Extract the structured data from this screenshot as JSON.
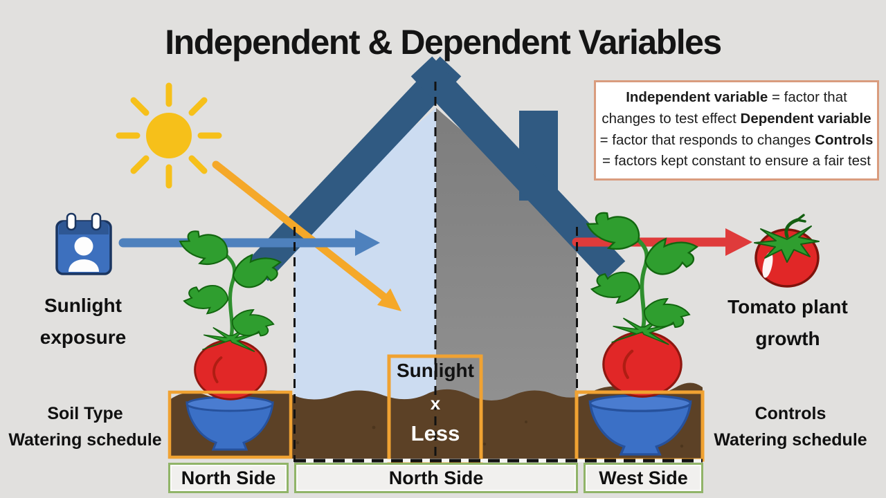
{
  "title": "Independent & Dependent Variables",
  "definitions": {
    "items": [
      {
        "term": "Independent variable",
        "rest": " = factor that changes to test effect"
      },
      {
        "term": "Dependent variable",
        "rest": " = factor that responds to changes"
      },
      {
        "term": "Controls",
        "rest": " = factors kept constant to ensure a fair test"
      }
    ]
  },
  "labels": {
    "independent_variable": "Sunlight exposure",
    "dependent_variable": "Tomato plant growth",
    "controls_left_line1": "Soil Type",
    "controls_left_line2": "Watering schedule",
    "controls_right_line1": "Controls",
    "controls_right_line2": "Watering schedule"
  },
  "highlight_box": {
    "line1": "Sunlight",
    "line2": "x",
    "line3": "Less"
  },
  "side_labels": {
    "left": "North Side",
    "center": "North Side",
    "right": "West Side"
  },
  "icons": {
    "sun": "sun-icon",
    "calendar_person": "calendar-person-icon",
    "tomato": "tomato-icon",
    "tomato_plant": "tomato-plant-icon",
    "plant_pot": "plant-pot-icon",
    "house": "house-graphic"
  },
  "colors": {
    "background": "#E1E0DE",
    "roof_blue": "#305A82",
    "sunlit_wall": "#CCDCF1",
    "shaded_wall": "#8A8A8A",
    "soil_brown": "#5C4126",
    "sun_yellow": "#F6C01A",
    "orange_accent": "#F0A232",
    "blue_arrow": "#4E81BD",
    "red_arrow": "#DF3B3B",
    "tomato_red": "#E12727",
    "leaf_green": "#2F9E2F",
    "pot_blue": "#3B70C6",
    "defbox_border": "#D99C7E",
    "sidebox_border": "#90B468"
  }
}
